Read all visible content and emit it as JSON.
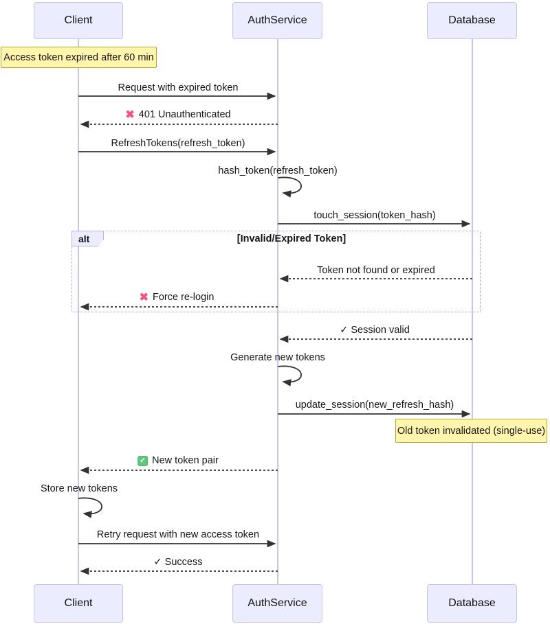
{
  "diagram_type": "sequence-diagram",
  "actors": {
    "client": "Client",
    "auth_service": "AuthService",
    "database": "Database"
  },
  "notes": {
    "token_expired": "Access token expired after 60 min",
    "old_token_invalidated": "Old token invalidated (single-use)"
  },
  "alt_block": {
    "label": "alt",
    "condition": "[Invalid/Expired Token]"
  },
  "messages": [
    {
      "from": "Client",
      "to": "AuthService",
      "style": "solid",
      "label": "Request with expired token"
    },
    {
      "from": "AuthService",
      "to": "Client",
      "style": "dashed",
      "icon": "cross-mark",
      "label": "401 Unauthenticated"
    },
    {
      "from": "Client",
      "to": "AuthService",
      "style": "solid",
      "label": "RefreshTokens(refresh_token)"
    },
    {
      "from": "AuthService",
      "to": "AuthService",
      "style": "self",
      "label": "hash_token(refresh_token)"
    },
    {
      "from": "AuthService",
      "to": "Database",
      "style": "solid",
      "label": "touch_session(token_hash)"
    },
    {
      "from": "Database",
      "to": "AuthService",
      "style": "dashed",
      "label": "Token not found or expired"
    },
    {
      "from": "AuthService",
      "to": "Client",
      "style": "dashed",
      "icon": "cross-mark",
      "label": "Force re-login"
    },
    {
      "from": "Database",
      "to": "AuthService",
      "style": "dashed",
      "label": "✓ Session valid"
    },
    {
      "from": "AuthService",
      "to": "AuthService",
      "style": "self",
      "label": "Generate new tokens"
    },
    {
      "from": "AuthService",
      "to": "Database",
      "style": "solid",
      "label": "update_session(new_refresh_hash)"
    },
    {
      "from": "AuthService",
      "to": "Client",
      "style": "dashed",
      "icon": "check-mark-button",
      "label": "New token pair"
    },
    {
      "from": "Client",
      "to": "Client",
      "style": "self",
      "label": "Store new tokens"
    },
    {
      "from": "Client",
      "to": "AuthService",
      "style": "solid",
      "label": "Retry request with new access token"
    },
    {
      "from": "AuthService",
      "to": "Client",
      "style": "dashed",
      "label": "✓ Success"
    }
  ],
  "icons": {
    "cross_mark": "✖",
    "check_mark_button": "✓"
  },
  "colors": {
    "actor_fill": "#ECECFF",
    "actor_border": "#C8C4E8",
    "note_fill": "#FFF5AD",
    "note_border": "#AAAA33",
    "lifeline": "#C9C5E8",
    "arrow": "#333333",
    "alt_border": "#9C9CE0",
    "cross_mark": "#F2567C",
    "check_green": "#5EC97E"
  }
}
